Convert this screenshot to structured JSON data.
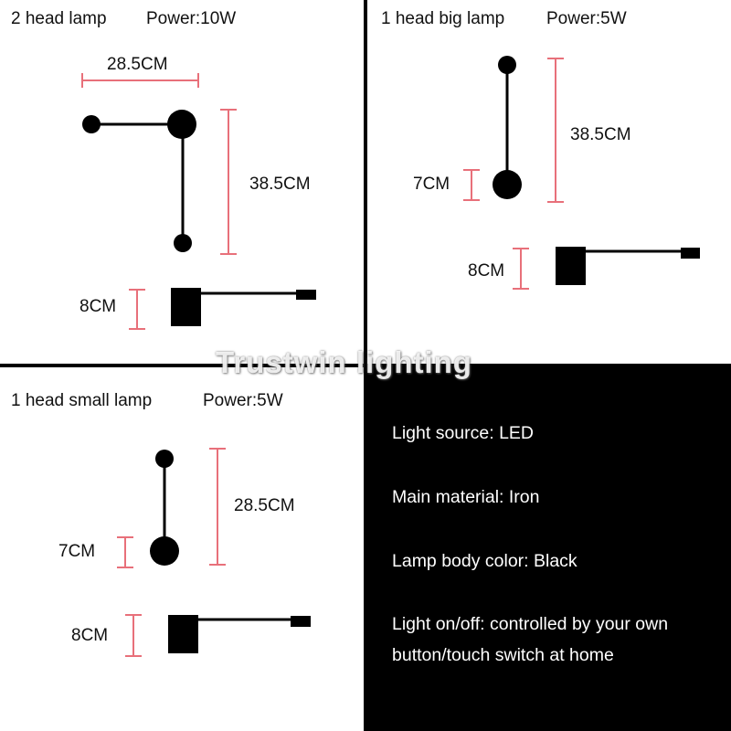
{
  "panels": {
    "two_head": {
      "name": "2 head lamp",
      "power": "Power:10W",
      "width_dim": "28.5CM",
      "height_dim": "38.5CM",
      "base_dim": "8CM"
    },
    "big_head": {
      "name": "1 head big lamp",
      "power": "Power:5W",
      "height_dim": "38.5CM",
      "head_dim": "7CM",
      "base_dim": "8CM"
    },
    "small_head": {
      "name": "1 head small lamp",
      "power": "Power:5W",
      "height_dim": "28.5CM",
      "head_dim": "7CM",
      "base_dim": "8CM"
    }
  },
  "specs": {
    "light_source": "Light source: LED",
    "material": "Main material: Iron",
    "color": "Lamp body color: Black",
    "switch_line1": "Light on/off: controlled by your own",
    "switch_line2": "button/touch switch at home"
  },
  "watermark": "Trustwin lighting",
  "colors": {
    "dimension_line": "#e8707a",
    "lamp": "#000000",
    "spec_bg": "#000000",
    "spec_text": "#ffffff"
  }
}
